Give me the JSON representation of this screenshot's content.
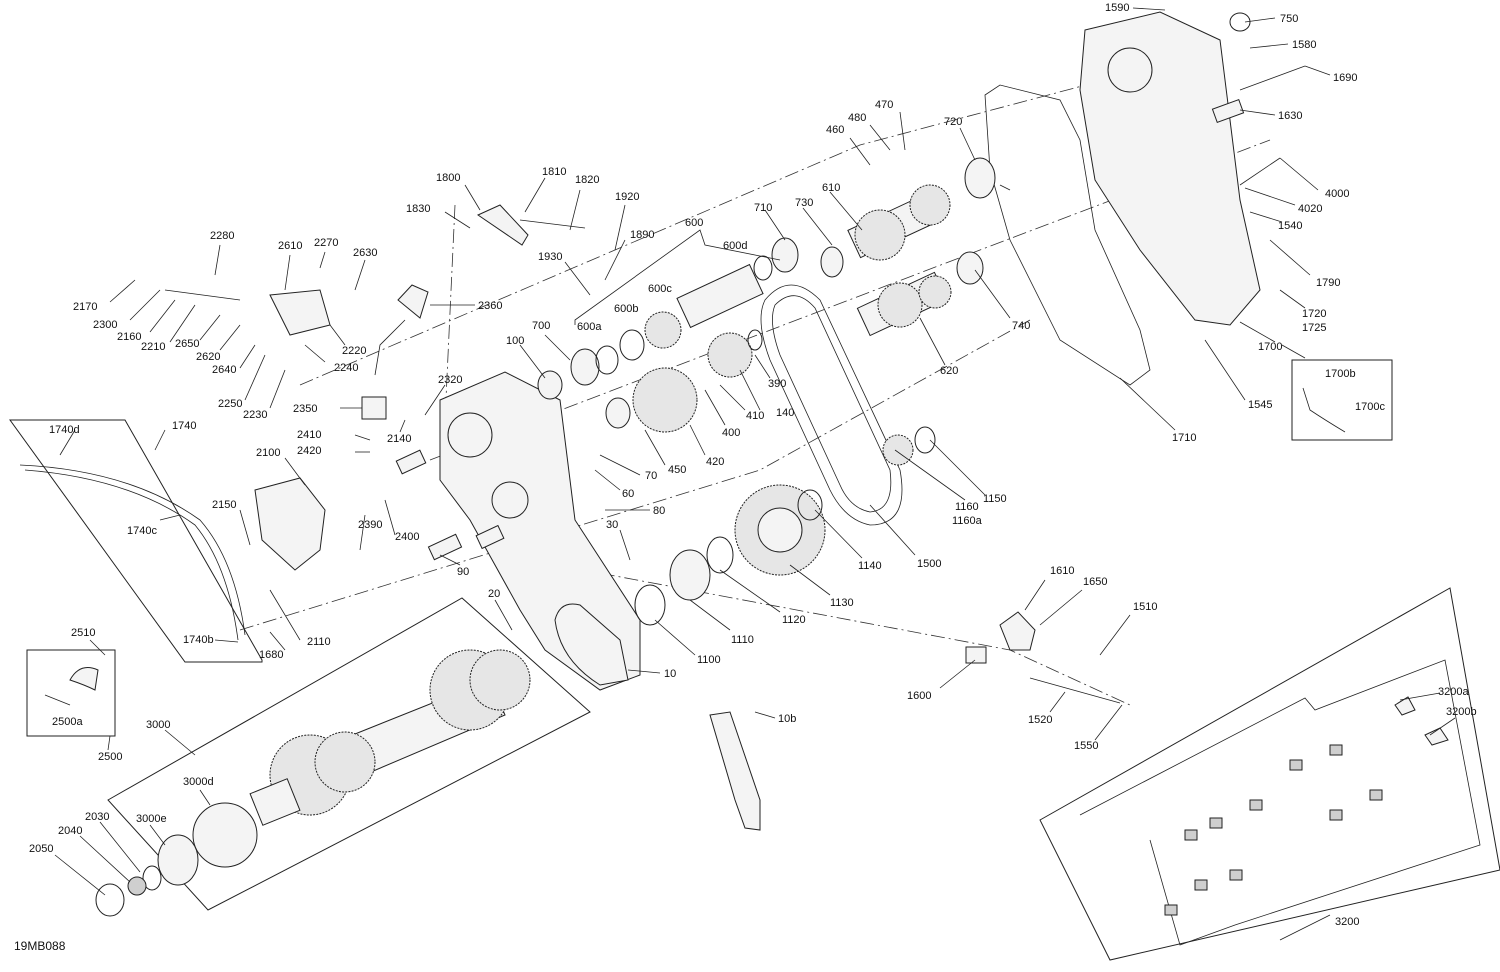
{
  "diagram_code": "19MB088",
  "callouts": [
    "1590",
    "750",
    "1580",
    "1690",
    "1630",
    "4000",
    "4020",
    "1540",
    "1790",
    "1720",
    "1725",
    "1700",
    "1700b",
    "1700c",
    "1545",
    "1710",
    "470",
    "480",
    "460",
    "720",
    "610",
    "730",
    "710",
    "740",
    "620",
    "600",
    "600d",
    "600c",
    "600b",
    "600a",
    "700",
    "100",
    "390",
    "140",
    "410",
    "400",
    "420",
    "450",
    "1160",
    "1160a",
    "1150",
    "1500",
    "1140",
    "1130",
    "1120",
    "1110",
    "1100",
    "10",
    "10b",
    "1610",
    "1650",
    "1510",
    "1600",
    "1520",
    "1550",
    "3200a",
    "3200b",
    "3200",
    "1800",
    "1810",
    "1820",
    "1920",
    "1830",
    "1890",
    "1930",
    "2280",
    "2610",
    "2270",
    "2630",
    "2170",
    "2300",
    "2160",
    "2210",
    "2650",
    "2620",
    "2220",
    "2240",
    "2640",
    "2250",
    "2230",
    "2360",
    "2320",
    "2350",
    "2140",
    "2410",
    "2420",
    "2100",
    "2150",
    "2390",
    "2400",
    "1740d",
    "1740",
    "1740c",
    "1740b",
    "1680",
    "2110",
    "70",
    "60",
    "80",
    "30",
    "90",
    "20",
    "2510",
    "2500a",
    "2500",
    "3000",
    "3000d",
    "3000e",
    "2030",
    "2040",
    "2050"
  ]
}
